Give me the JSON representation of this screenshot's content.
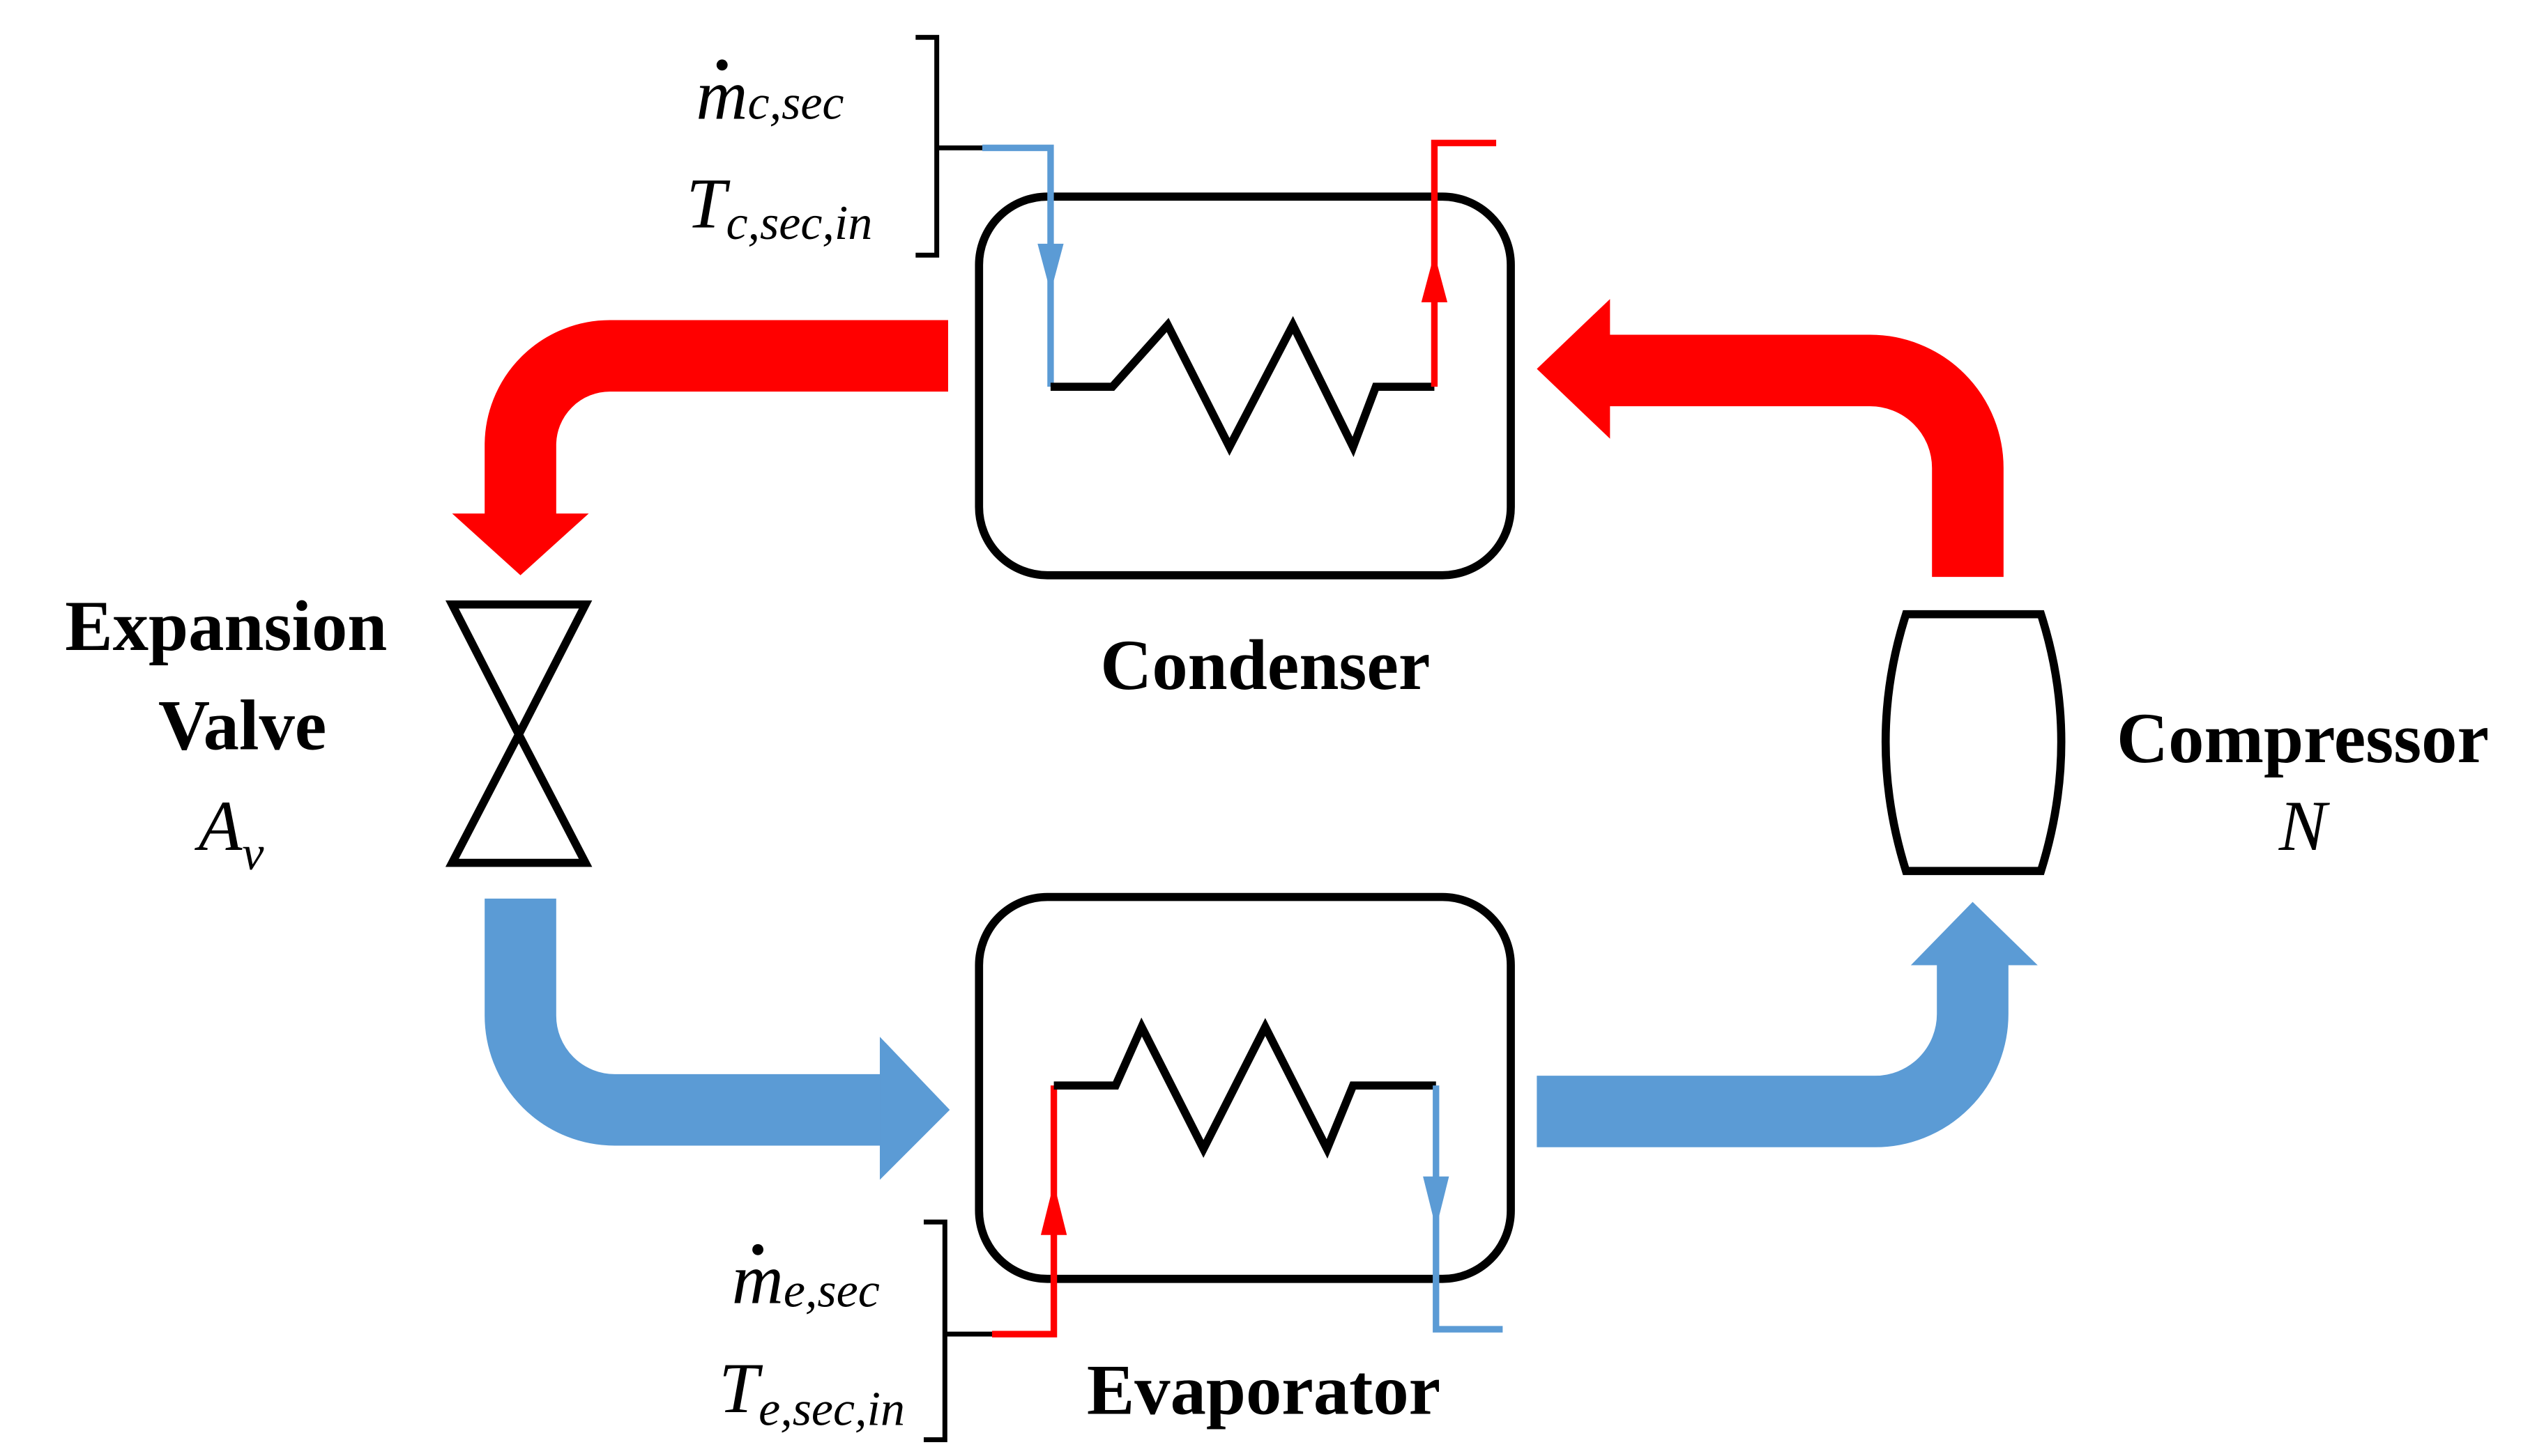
{
  "labels": {
    "condenser": "Condenser",
    "evaporator": "Evaporator",
    "compressor": "Compressor",
    "compressor_var": "N",
    "expansion_line1": "Expansion",
    "expansion_line2": "Valve",
    "expansion_var": "A",
    "expansion_var_sub": "v"
  },
  "inputs": {
    "condenser_mass_flow": {
      "base": "m",
      "sub": "c,sec"
    },
    "condenser_inlet_temp": {
      "base": "T",
      "sub": "c,sec,in"
    },
    "evaporator_mass_flow": {
      "base": "m",
      "sub": "e,sec"
    },
    "evaporator_inlet_temp": {
      "base": "T",
      "sub": "e,sec,in"
    }
  },
  "colors": {
    "hot_refrigerant": "#ff0000",
    "cold_refrigerant": "#5b9bd5",
    "component_outline": "#000000"
  }
}
